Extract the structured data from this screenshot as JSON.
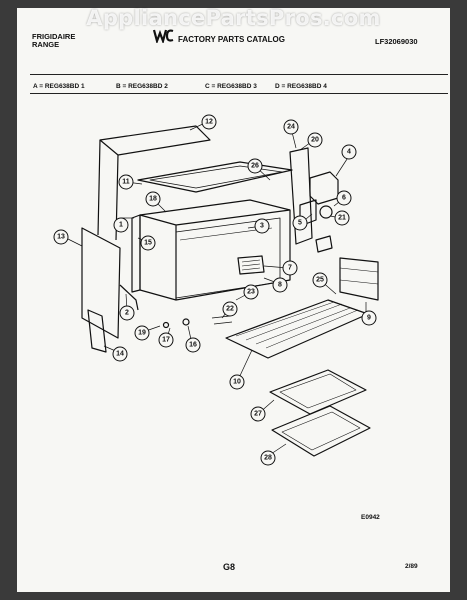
{
  "watermark": "AppliancePartsPros.com",
  "header": {
    "brand_line1": "FRIGIDAIRE",
    "brand_line2": "RANGE",
    "catalog_title": "FACTORY PARTS CATALOG",
    "doc_number": "LF32069030"
  },
  "models": [
    "A = REG638BD 1",
    "B = REG638BD 2",
    "C = REG638BD 3",
    "D = REG638BD 4"
  ],
  "callouts": [
    "1",
    "2",
    "3",
    "4",
    "5",
    "6",
    "7",
    "8",
    "9",
    "10",
    "11",
    "12",
    "13",
    "14",
    "15",
    "16",
    "17",
    "18",
    "19",
    "20",
    "21",
    "22",
    "23",
    "24",
    "25",
    "26",
    "27",
    "28"
  ],
  "footer": {
    "diagram_code": "E0942",
    "page": "G8",
    "date": "2/89"
  }
}
